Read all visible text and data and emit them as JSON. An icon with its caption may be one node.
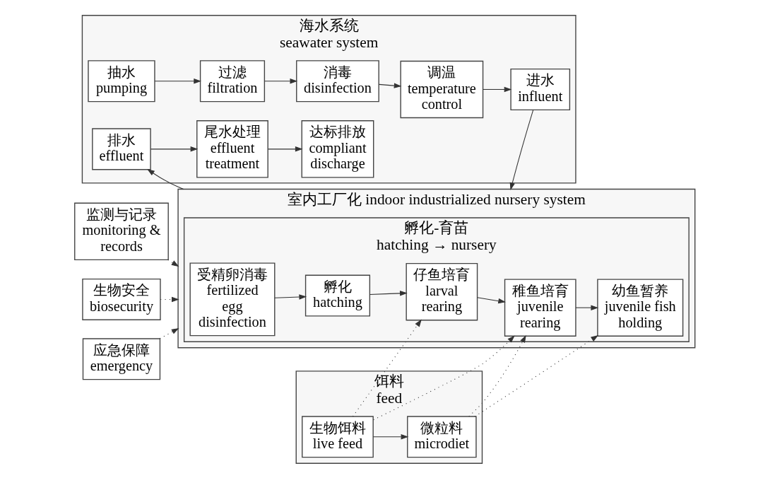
{
  "diagram": {
    "nodes": [
      {
        "text": [
          "海水系统",
          "seawater system"
        ]
      },
      {
        "text": [
          "抽水",
          "pumping"
        ],
        "in": 0
      },
      {
        "text": [
          "过滤",
          "filtration"
        ],
        "in": 0
      },
      {
        "text": [
          "消毒",
          "disinfection"
        ],
        "in": 0
      },
      {
        "text": [
          "调温",
          "temperature control"
        ],
        "in": 0
      },
      {
        "text": [
          "进水",
          "influent"
        ],
        "in": 0
      },
      {
        "text": [
          "排水",
          "effluent"
        ],
        "in": 0
      },
      {
        "text": [
          "尾水处理",
          "effluent treatment"
        ],
        "in": 0
      },
      {
        "text": [
          "达标排放",
          "compliant discharge"
        ],
        "in": 0
      },
      {
        "text": [
          "监测与记录",
          "monitoring & records"
        ]
      },
      {
        "text": [
          "生物安全",
          "biosecurity"
        ]
      },
      {
        "text": [
          "应急保障",
          "emergency"
        ]
      },
      {
        "text": [
          "室内工厂化 indoor industrialized nursery system"
        ]
      },
      {
        "text": [
          "孵化-育苗",
          "hatching → nursery"
        ],
        "in": 12
      },
      {
        "text": [
          "受精卵消毒",
          "fertilized egg disinfection"
        ],
        "in": 13
      },
      {
        "text": [
          "孵化",
          "hatching"
        ],
        "in": 13
      },
      {
        "text": [
          "仔鱼培育",
          "larval rearing"
        ],
        "in": 13
      },
      {
        "text": [
          "稚鱼培育",
          "juvenile rearing"
        ],
        "in": 13
      },
      {
        "text": [
          "幼鱼暂养",
          "juvenile fish holding"
        ],
        "in": 13
      },
      {
        "text": [
          "饵料",
          "feed"
        ]
      },
      {
        "text": [
          "生物饵料",
          "live feed"
        ],
        "in": 19
      },
      {
        "text": [
          "微粒料",
          "microdiet"
        ],
        "in": 19
      }
    ],
    "edges": [
      {
        "from": 1,
        "to": 2,
        "arrow": "to"
      },
      {
        "from": 2,
        "to": 3,
        "arrow": "to"
      },
      {
        "from": 3,
        "to": 4,
        "arrow": "to"
      },
      {
        "from": 4,
        "to": 5,
        "arrow": "to"
      },
      {
        "from": 5,
        "to": 12,
        "arrow": "to"
      },
      {
        "from": 12,
        "to": 6,
        "arrow": "to"
      },
      {
        "from": 6,
        "to": 7,
        "arrow": "to"
      },
      {
        "from": 7,
        "to": 8,
        "arrow": "to"
      },
      {
        "from": 9,
        "to": 12,
        "arrow": "to",
        "style": "dashed"
      },
      {
        "from": 10,
        "to": 12,
        "arrow": "to",
        "style": "dashed"
      },
      {
        "from": 11,
        "to": 12,
        "arrow": "to",
        "style": "dashed"
      },
      {
        "from": 14,
        "to": 15,
        "arrow": "to"
      },
      {
        "from": 15,
        "to": 16,
        "arrow": "to"
      },
      {
        "from": 16,
        "to": 17,
        "arrow": "to"
      },
      {
        "from": 17,
        "to": 18,
        "arrow": "to"
      },
      {
        "from": 20,
        "to": 16,
        "arrow": "to",
        "style": "dashed"
      },
      {
        "from": 20,
        "to": 17,
        "arrow": "to",
        "style": "dashed"
      },
      {
        "from": 21,
        "to": 17,
        "arrow": "to",
        "style": "dashed"
      },
      {
        "from": 21,
        "to": 18,
        "arrow": "to",
        "style": "dashed"
      },
      {
        "from": 20,
        "to": 21,
        "arrow": "to"
      }
    ]
  }
}
